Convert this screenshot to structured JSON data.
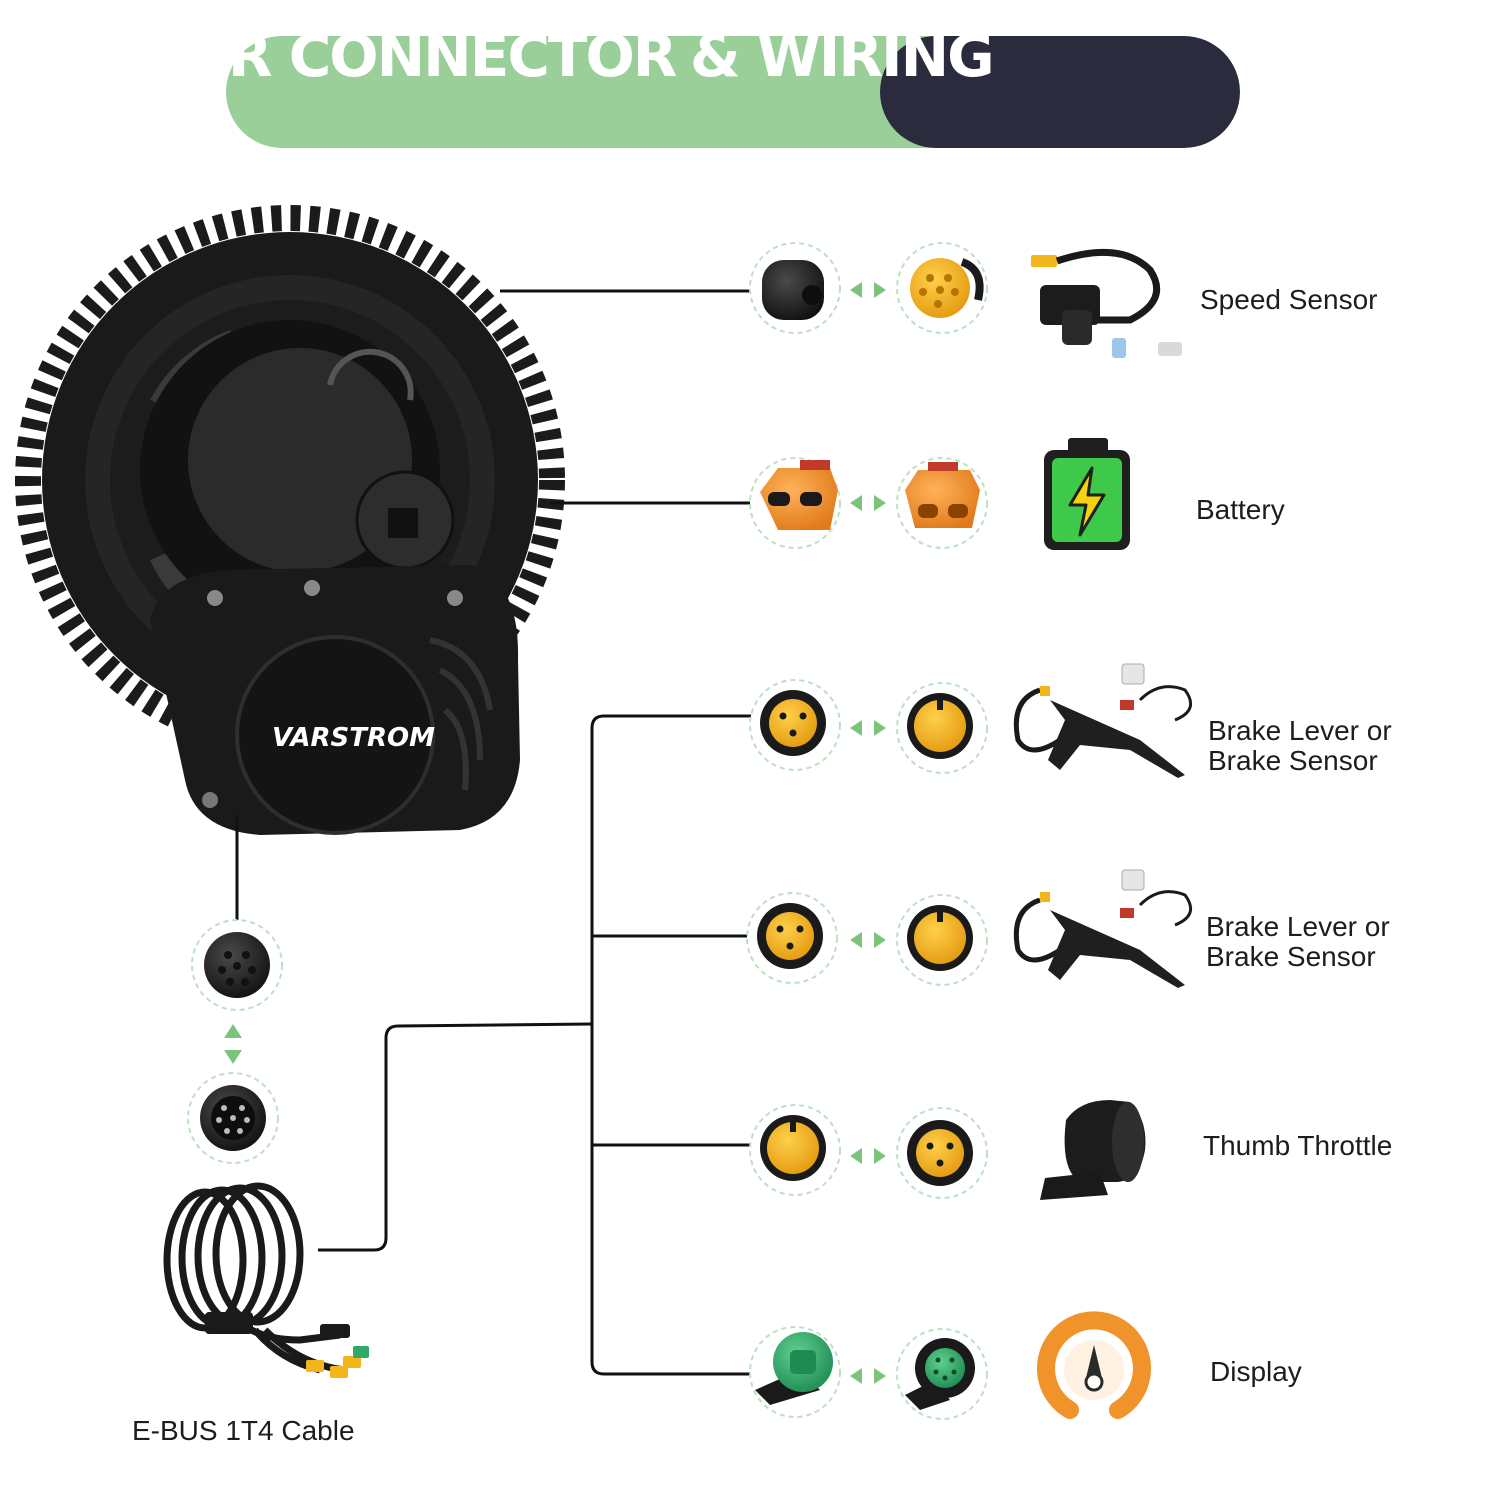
{
  "title": {
    "part1": "MOTOR CONNECTOR",
    "part2": "& WIRING"
  },
  "motor": {
    "brand": "VARSTROM"
  },
  "cable": {
    "label": "E-BUS 1T4 Cable"
  },
  "connections": [
    {
      "label": "Speed Sensor",
      "icon": "speed-sensor-icon"
    },
    {
      "label": "Battery",
      "icon": "battery-icon"
    },
    {
      "label_line1": "Brake Lever or",
      "label_line2": "Brake Sensor",
      "icon": "brake-lever-icon"
    },
    {
      "label_line1": "Brake Lever or",
      "label_line2": "Brake Sensor",
      "icon": "brake-lever-icon"
    },
    {
      "label": "Thumb Throttle",
      "icon": "thumb-throttle-icon"
    },
    {
      "label": "Display",
      "icon": "display-icon"
    }
  ],
  "colors": {
    "title_green": "#9bcf9a",
    "title_dark": "#2a2c3d",
    "arrow_green": "#7cc47c",
    "connector_yellow": "#f2b51c",
    "connector_orange": "#f0932b",
    "connector_green": "#2fa86a",
    "battery_green": "#3ec94a"
  }
}
